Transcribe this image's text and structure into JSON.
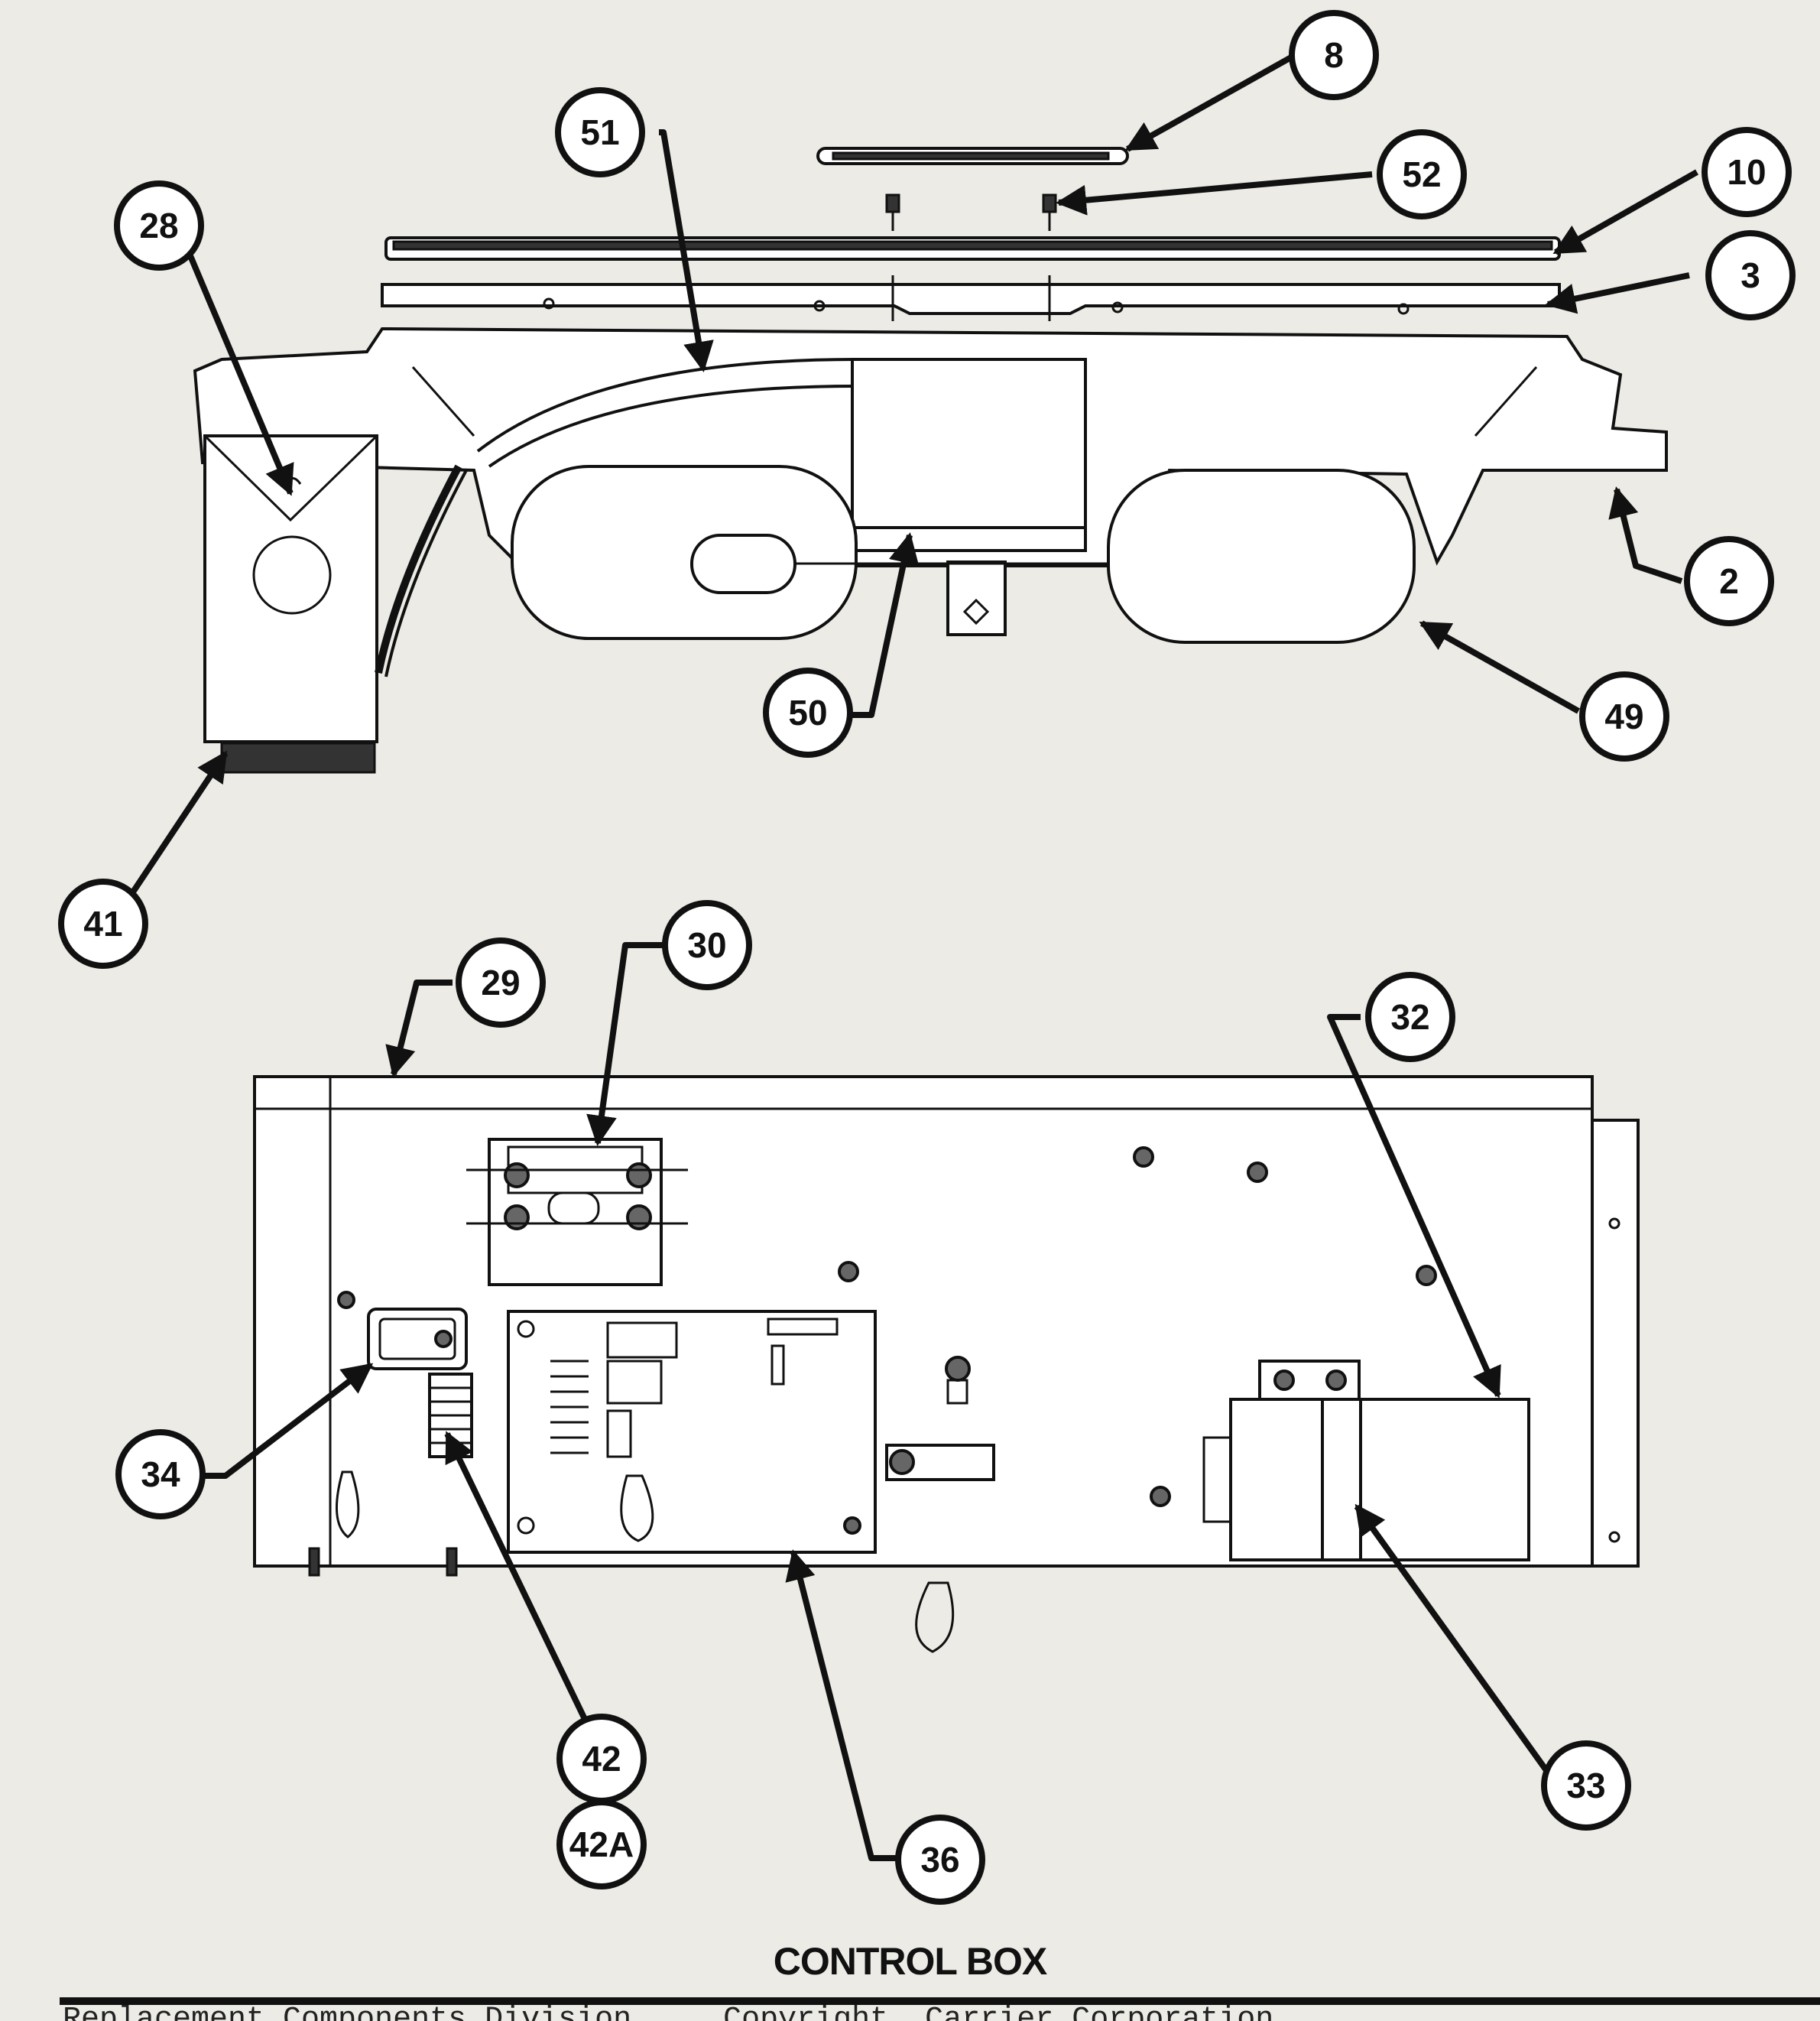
{
  "title": "CONTROL BOX",
  "footer": "Replacement Components Division     Copyright  Carrier Corporation",
  "callouts": [
    "8",
    "51",
    "52",
    "10",
    "28",
    "3",
    "2",
    "49",
    "50",
    "41",
    "30",
    "29",
    "32",
    "34",
    "42",
    "42A",
    "36",
    "33"
  ]
}
